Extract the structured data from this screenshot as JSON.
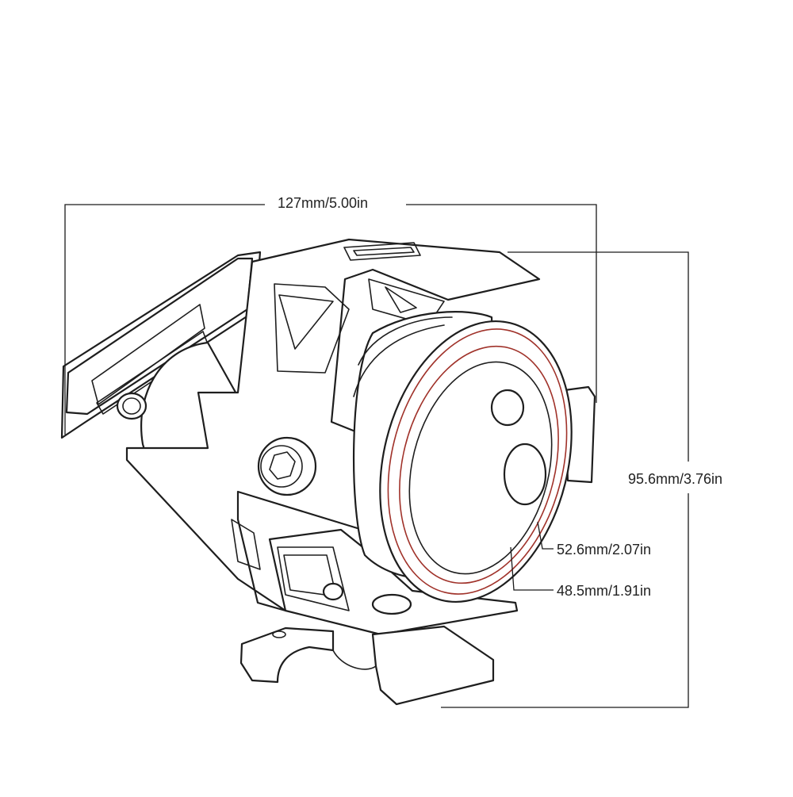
{
  "dimensions": {
    "overall_width": "127mm/5.00in",
    "overall_height": "95.6mm/3.76in",
    "lens_outer_diameter": "52.6mm/2.07in",
    "lens_inner_diameter": "48.5mm/1.91in"
  },
  "colors": {
    "outline": "#1e1e1e",
    "dimension_line": "#1a1a1a",
    "ring_highlight": "#a0322a",
    "background": "#ffffff"
  }
}
